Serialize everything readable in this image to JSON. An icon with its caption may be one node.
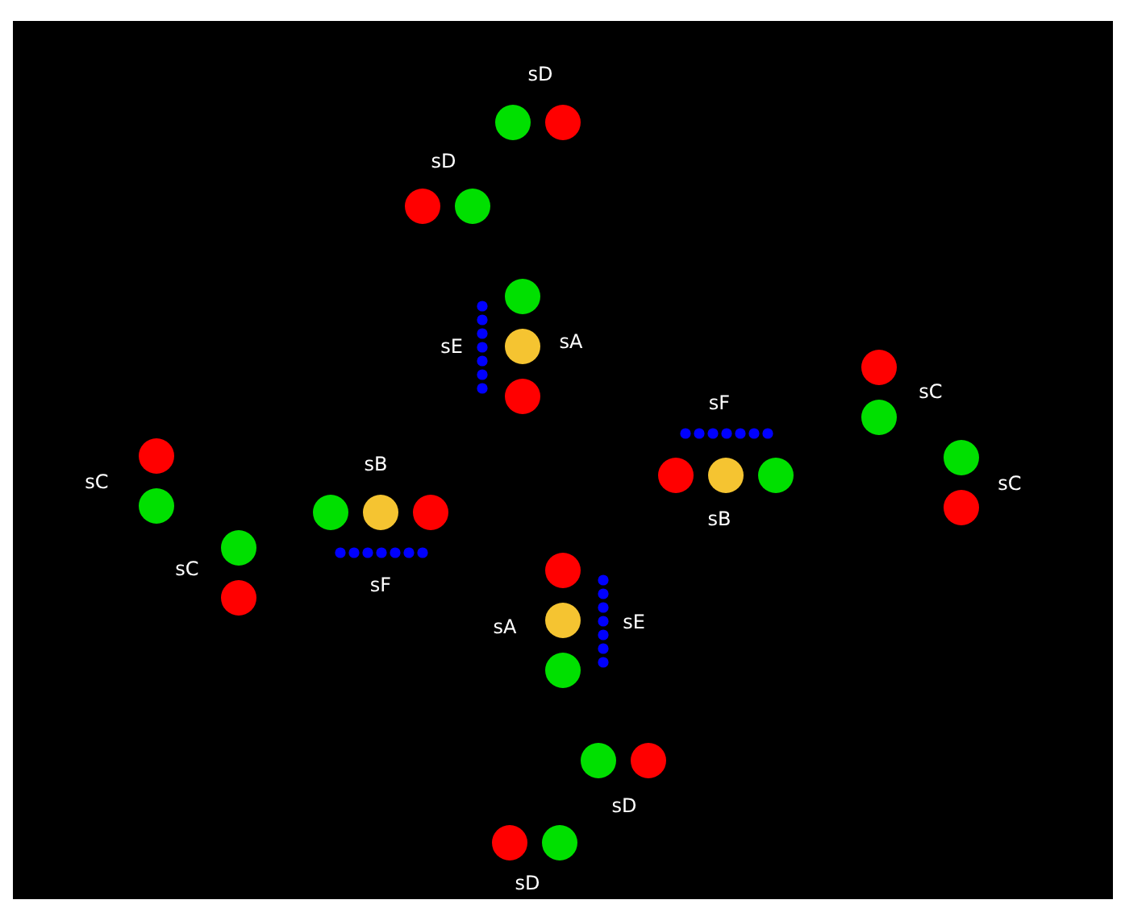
{
  "diagram": {
    "labels": [
      "sD",
      "sD",
      "sA",
      "sE",
      "sC",
      "sF",
      "sB",
      "sC",
      "sC",
      "sB",
      "sC",
      "sF",
      "sE",
      "sA",
      "sD",
      "sD"
    ]
  }
}
